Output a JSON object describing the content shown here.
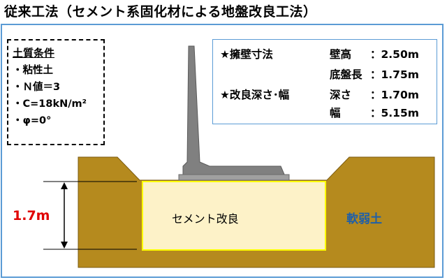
{
  "title": "従来工法（セメント系固化材による地盤改良工法）",
  "soil_conditions": {
    "heading": "土質条件",
    "items": [
      "・粘性土",
      "・Ｎ値＝3",
      "・C=18kN/m²",
      "・φ=0°"
    ]
  },
  "specs": {
    "wall_heading": "★擁壁寸法",
    "improve_heading": "★改良深さ･幅",
    "rows": [
      {
        "name": "壁高",
        "value": "：2.50m"
      },
      {
        "name": "底盤長",
        "value": "：1.75m"
      },
      {
        "name": "深さ",
        "value": "：1.70m"
      },
      {
        "name": "幅",
        "value": "：5.15m"
      }
    ]
  },
  "labels": {
    "cement": "セメント改良",
    "weak_soil": "軟弱土",
    "depth": "1.7m"
  },
  "colors": {
    "soil": "#b58a1e",
    "improved": "#fdf2c8",
    "improved_border": "#ffff00",
    "wall": "#808080",
    "frame": "#5b9bd5",
    "depth_label": "#e00000",
    "weak_label": "#1f5fa8"
  }
}
